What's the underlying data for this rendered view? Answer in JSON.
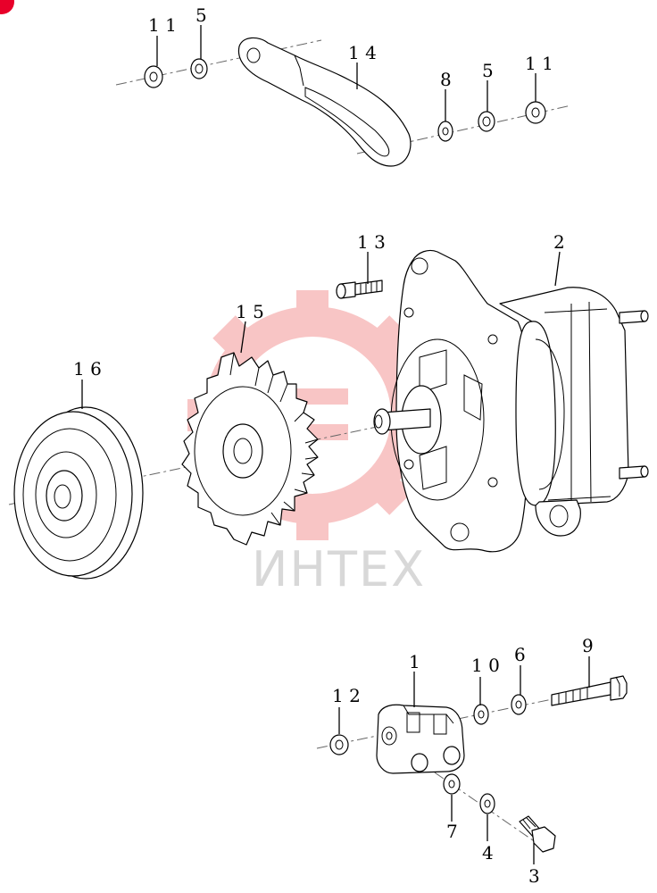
{
  "diagram": {
    "callouts": [
      {
        "id": "c11a",
        "text": "1 1"
      },
      {
        "id": "c5a",
        "text": "5"
      },
      {
        "id": "c14",
        "text": "1 4"
      },
      {
        "id": "c8",
        "text": "8"
      },
      {
        "id": "c5b",
        "text": "5"
      },
      {
        "id": "c11b",
        "text": "1 1"
      },
      {
        "id": "c13",
        "text": "1 3"
      },
      {
        "id": "c2",
        "text": "2"
      },
      {
        "id": "c15",
        "text": "1 5"
      },
      {
        "id": "c16",
        "text": "1 6"
      },
      {
        "id": "c1",
        "text": "1"
      },
      {
        "id": "c10",
        "text": "1 0"
      },
      {
        "id": "c6",
        "text": "6"
      },
      {
        "id": "c9",
        "text": "9"
      },
      {
        "id": "c12",
        "text": "1 2"
      },
      {
        "id": "c7",
        "text": "7"
      },
      {
        "id": "c4",
        "text": "4"
      },
      {
        "id": "c3",
        "text": "3"
      }
    ],
    "watermark": {
      "text": "ИНТЕХ",
      "color": "#f4a6a6"
    },
    "corner_mark_color": "#e8002a"
  }
}
